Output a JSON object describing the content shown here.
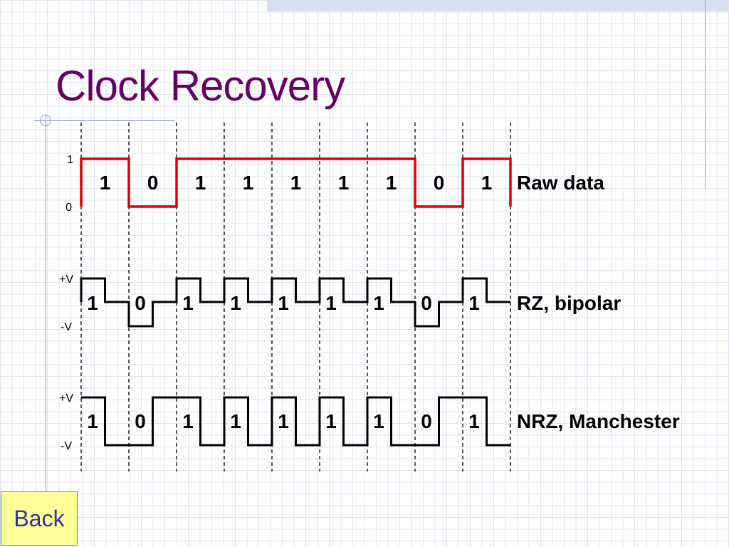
{
  "slide": {
    "title": "Clock Recovery",
    "back_label": "Back"
  },
  "bits": [
    1,
    0,
    1,
    1,
    1,
    1,
    1,
    0,
    1
  ],
  "signals": [
    {
      "id": "raw",
      "label": "Raw data",
      "high_label": "1",
      "low_label": "0",
      "color": "#e00000"
    },
    {
      "id": "rz",
      "label": "RZ, bipolar",
      "high_label": "+V",
      "low_label": "-V",
      "color": "#000000"
    },
    {
      "id": "manchester",
      "label": "NRZ, Manchester",
      "high_label": "+V",
      "low_label": "-V",
      "color": "#000000"
    }
  ],
  "colors": {
    "title": "#660066",
    "raw_trace": "#e00000",
    "trace": "#000000",
    "back_button_bg": "#ffff99",
    "back_button_text": "#333399"
  }
}
